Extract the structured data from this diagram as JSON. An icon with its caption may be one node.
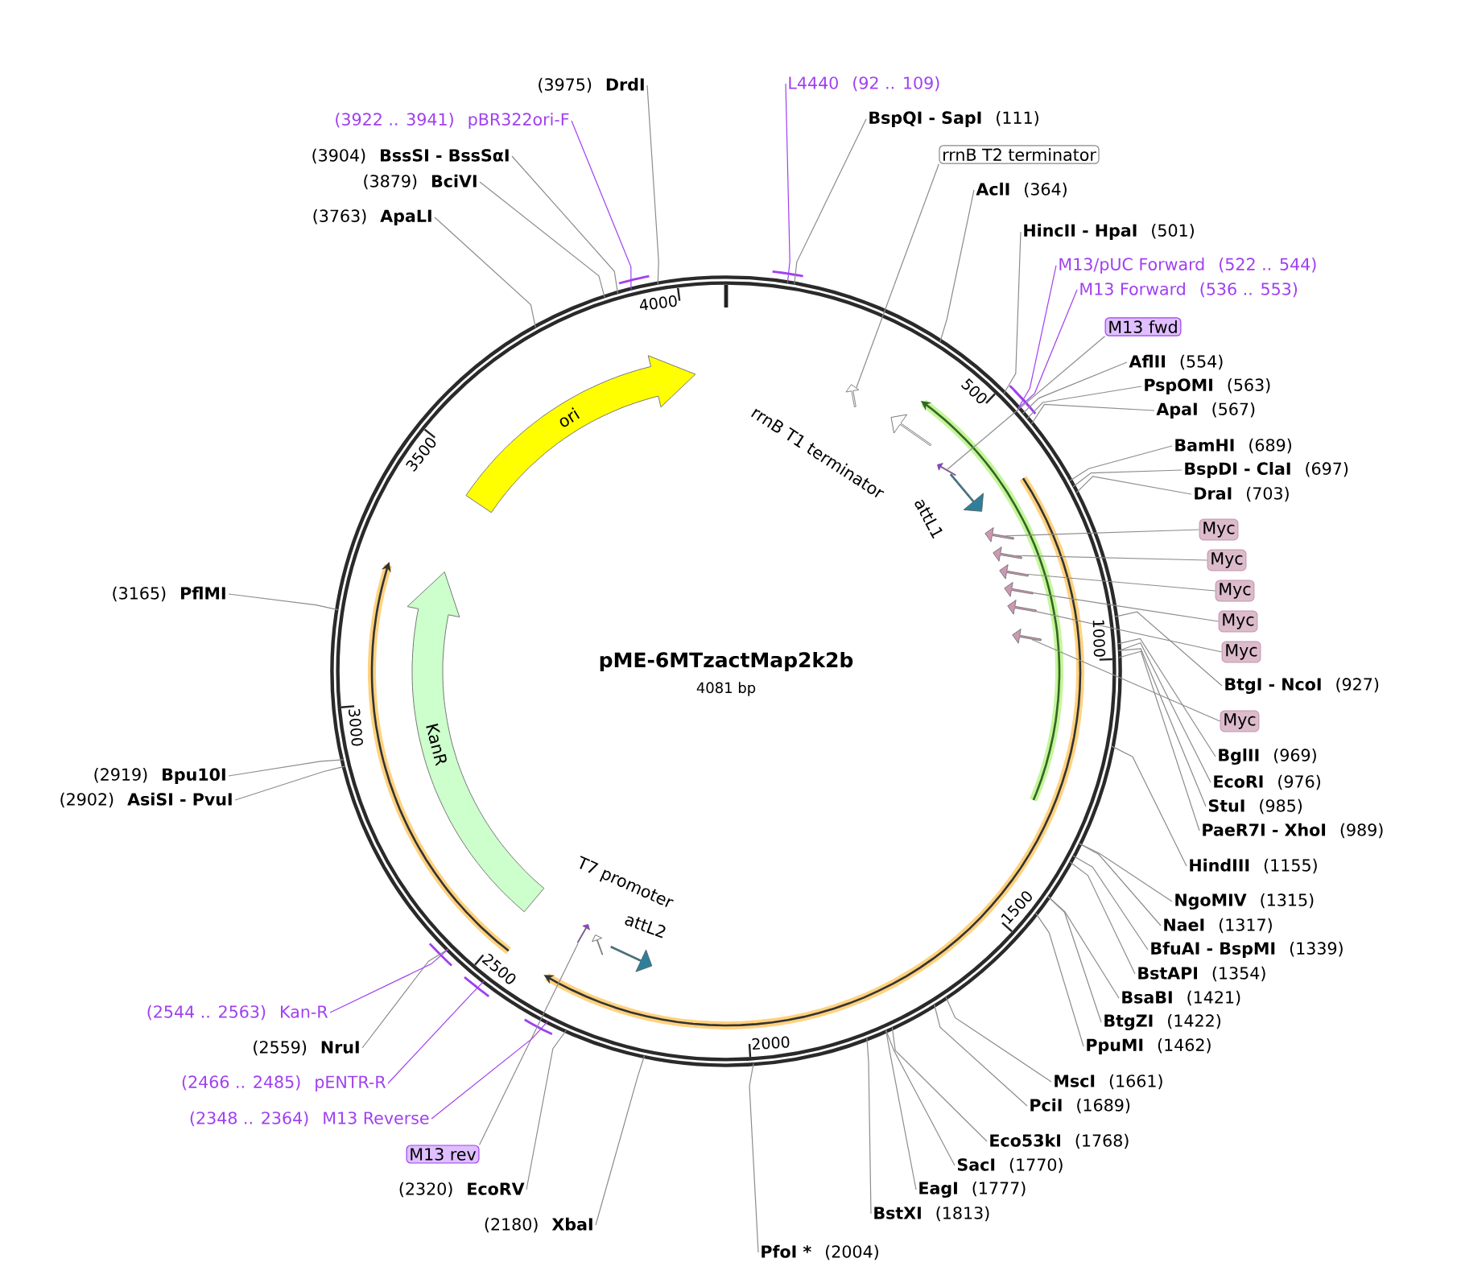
{
  "diagram": {
    "title": "pME-6MTzactMap2k2b",
    "nodes": [
      {
        "text": [],
        "shape": "circle"
      },
      {
        "text": [
          "ori"
        ],
        "in": 0
      },
      {
        "text": [
          "KanR"
        ],
        "in": 0
      },
      {
        "text": [],
        "shape": "arrow",
        "in": 0
      },
      {
        "text": [],
        "shape": "arrow",
        "in": 0
      },
      {
        "text": [],
        "shape": "arrow",
        "in": 0
      },
      {
        "text": [],
        "shape": "arrow",
        "in": 0
      },
      {
        "text": [],
        "shape": "arrow",
        "in": 0
      },
      {
        "text": [],
        "shape": "arrow",
        "in": 0
      },
      {
        "text": [],
        "shape": "arrow",
        "in": 0
      },
      {
        "text": [],
        "shape": "arrow",
        "in": 0
      },
      {
        "text": [],
        "shape": "arrow",
        "in": 0
      },
      {
        "text": [
          "L4440",
          "(92 .. 109)"
        ]
      },
      {
        "text": [
          "BspQI - SapI",
          "(111)"
        ]
      },
      {
        "text": [
          "rrnB T2 terminator"
        ]
      },
      {
        "text": [
          "AclI",
          "(364)"
        ]
      },
      {
        "text": [
          "HincII - HpaI",
          "(501)"
        ]
      },
      {
        "text": [
          "M13/pUC Forward",
          "(522 .. 544)"
        ]
      },
      {
        "text": [
          "M13 Forward",
          "(536 .. 553)"
        ]
      },
      {
        "text": [
          "M13 fwd"
        ]
      },
      {
        "text": [
          "AflII",
          "(554)"
        ]
      },
      {
        "text": [
          "PspOMI",
          "(563)"
        ]
      },
      {
        "text": [
          "ApaI",
          "(567)"
        ]
      },
      {
        "text": [
          "BamHI",
          "(689)"
        ]
      },
      {
        "text": [
          "BspDI - ClaI",
          "(697)"
        ]
      },
      {
        "text": [
          "DraI",
          "(703)"
        ]
      },
      {
        "text": [
          "Myc"
        ]
      },
      {
        "text": [
          "Myc"
        ]
      },
      {
        "text": [
          "Myc"
        ]
      },
      {
        "text": [
          "Myc"
        ]
      },
      {
        "text": [
          "Myc"
        ]
      },
      {
        "text": [
          "BtgI - NcoI",
          "(927)"
        ]
      },
      {
        "text": [
          "Myc"
        ]
      },
      {
        "text": [
          "BglII",
          "(969)"
        ]
      },
      {
        "text": [
          "EcoRI",
          "(976)"
        ]
      },
      {
        "text": [
          "StuI",
          "(985)"
        ]
      },
      {
        "text": [
          "PaeR7I - XhoI",
          "(989)"
        ]
      },
      {
        "text": [
          "HindIII",
          "(1155)"
        ]
      },
      {
        "text": [
          "NgoMIV",
          "(1315)"
        ]
      },
      {
        "text": [
          "NaeI",
          "(1317)"
        ]
      },
      {
        "text": [
          "BfuAI - BspMI",
          "(1339)"
        ]
      },
      {
        "text": [
          "BstAPI",
          "(1354)"
        ]
      },
      {
        "text": [
          "BsaBI",
          "(1421)"
        ]
      },
      {
        "text": [
          "BtgZI",
          "(1422)"
        ]
      },
      {
        "text": [
          "PpuMI",
          "(1462)"
        ]
      },
      {
        "text": [
          "MscI",
          "(1661)"
        ]
      },
      {
        "text": [
          "PciI",
          "(1689)"
        ]
      },
      {
        "text": [
          "Eco53kI",
          "(1768)"
        ]
      },
      {
        "text": [
          "SacI",
          "(1770)"
        ]
      },
      {
        "text": [
          "EagI",
          "(1777)"
        ]
      },
      {
        "text": [
          "BstXI",
          "(1813)"
        ]
      },
      {
        "text": [
          "PfoI *",
          "(2004)"
        ]
      },
      {
        "text": [
          "(2180)",
          "XbaI"
        ]
      },
      {
        "text": [
          "(2320)",
          "EcoRV"
        ]
      },
      {
        "text": [
          "M13 rev"
        ]
      },
      {
        "text": [
          "(2348 .. 2364)",
          "M13 Reverse"
        ]
      },
      {
        "text": [
          "(2466 .. 2485)",
          "pENTR-R"
        ]
      },
      {
        "text": [
          "(2559)",
          "NruI"
        ]
      },
      {
        "text": [
          "(2544 .. 2563)",
          "Kan-R"
        ]
      },
      {
        "text": [
          "(2902)",
          "AsiSI - PvuI"
        ]
      },
      {
        "text": [
          "(2919)",
          "Bpu10I"
        ]
      },
      {
        "text": [
          "(3165)",
          "PflMI"
        ]
      },
      {
        "text": [
          "(3763)",
          "ApaLI"
        ]
      },
      {
        "text": [
          "(3879)",
          "BciVI"
        ]
      },
      {
        "text": [
          "(3904)",
          "BssSI - BssSαI"
        ]
      },
      {
        "text": [
          "(3922 .. 3941)",
          "pBR322ori-F"
        ]
      },
      {
        "text": [
          "(3975)",
          "DrdI"
        ]
      },
      {
        "text": [
          "rrnB T1 terminator"
        ],
        "in": 0
      },
      {
        "text": [
          "attL1"
        ],
        "in": 0
      },
      {
        "text": [
          "T7 promoter"
        ],
        "in": 0
      },
      {
        "text": [
          "attL2"
        ],
        "in": 0
      }
    ],
    "edges": [
      {
        "from": 12,
        "to": 0,
        "arrow": "none",
        "color": "#a040f0"
      },
      {
        "from": 13,
        "to": 0,
        "arrow": "none"
      },
      {
        "from": 14,
        "to": 3,
        "arrow": "none"
      },
      {
        "from": 15,
        "to": 0,
        "arrow": "none"
      },
      {
        "from": 16,
        "to": 0,
        "arrow": "none"
      },
      {
        "from": 17,
        "to": 0,
        "arrow": "none",
        "color": "#a040f0"
      },
      {
        "from": 18,
        "to": 0,
        "arrow": "none",
        "color": "#a040f0"
      },
      {
        "from": 19,
        "to": 4,
        "arrow": "none"
      },
      {
        "from": 20,
        "to": 0,
        "arrow": "none"
      },
      {
        "from": 21,
        "to": 0,
        "arrow": "none"
      },
      {
        "from": 22,
        "to": 0,
        "arrow": "none"
      },
      {
        "from": 23,
        "to": 0,
        "arrow": "none"
      },
      {
        "from": 24,
        "to": 0,
        "arrow": "none"
      },
      {
        "from": 25,
        "to": 0,
        "arrow": "none"
      },
      {
        "from": 26,
        "to": 5,
        "arrow": "none"
      },
      {
        "from": 27,
        "to": 6,
        "arrow": "none"
      },
      {
        "from": 28,
        "to": 7,
        "arrow": "none"
      },
      {
        "from": 29,
        "to": 8,
        "arrow": "none"
      },
      {
        "from": 30,
        "to": 9,
        "arrow": "none"
      },
      {
        "from": 31,
        "to": 0,
        "arrow": "none"
      },
      {
        "from": 32,
        "to": 10,
        "arrow": "none"
      },
      {
        "from": 33,
        "to": 0,
        "arrow": "none"
      },
      {
        "from": 34,
        "to": 0,
        "arrow": "none"
      },
      {
        "from": 35,
        "to": 0,
        "arrow": "none"
      },
      {
        "from": 36,
        "to": 0,
        "arrow": "none"
      },
      {
        "from": 37,
        "to": 0,
        "arrow": "none"
      },
      {
        "from": 38,
        "to": 0,
        "arrow": "none"
      },
      {
        "from": 39,
        "to": 0,
        "arrow": "none"
      },
      {
        "from": 40,
        "to": 0,
        "arrow": "none"
      },
      {
        "from": 41,
        "to": 0,
        "arrow": "none"
      },
      {
        "from": 42,
        "to": 0,
        "arrow": "none"
      },
      {
        "from": 43,
        "to": 0,
        "arrow": "none"
      },
      {
        "from": 44,
        "to": 0,
        "arrow": "none"
      },
      {
        "from": 45,
        "to": 0,
        "arrow": "none"
      },
      {
        "from": 46,
        "to": 0,
        "arrow": "none"
      },
      {
        "from": 47,
        "to": 0,
        "arrow": "none"
      },
      {
        "from": 48,
        "to": 0,
        "arrow": "none"
      },
      {
        "from": 49,
        "to": 0,
        "arrow": "none"
      },
      {
        "from": 50,
        "to": 0,
        "arrow": "none"
      },
      {
        "from": 51,
        "to": 0,
        "arrow": "none"
      },
      {
        "from": 52,
        "to": 0,
        "arrow": "none"
      },
      {
        "from": 53,
        "to": 0,
        "arrow": "none"
      },
      {
        "from": 54,
        "to": 11,
        "arrow": "none"
      },
      {
        "from": 55,
        "to": 0,
        "arrow": "none",
        "color": "#a040f0"
      },
      {
        "from": 56,
        "to": 0,
        "arrow": "none",
        "color": "#a040f0"
      },
      {
        "from": 57,
        "to": 0,
        "arrow": "none"
      },
      {
        "from": 58,
        "to": 0,
        "arrow": "none",
        "color": "#a040f0"
      },
      {
        "from": 59,
        "to": 0,
        "arrow": "none"
      },
      {
        "from": 60,
        "to": 0,
        "arrow": "none"
      },
      {
        "from": 61,
        "to": 0,
        "arrow": "none"
      },
      {
        "from": 62,
        "to": 0,
        "arrow": "none"
      },
      {
        "from": 63,
        "to": 0,
        "arrow": "none"
      },
      {
        "from": 64,
        "to": 0,
        "arrow": "none"
      },
      {
        "from": 65,
        "to": 0,
        "arrow": "none",
        "color": "#a040f0"
      },
      {
        "from": 66,
        "to": 0,
        "arrow": "none"
      }
    ],
    "labels": [
      "4081 bp",
      "4000",
      "500",
      "3500",
      "1000",
      "3000",
      "2500",
      "1500",
      "2000"
    ]
  }
}
